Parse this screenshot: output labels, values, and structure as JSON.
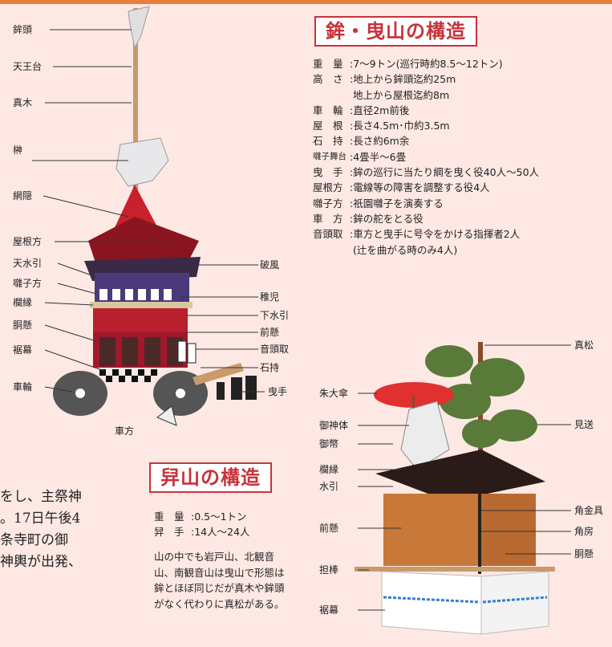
{
  "hoko": {
    "title": "鉾・曳山の構造",
    "labels_left": [
      "鉾頭",
      "天王台",
      "真木",
      "榊",
      "網隠",
      "屋根方",
      "天水引",
      "囃子方",
      "欄縁",
      "胴懸",
      "裾幕",
      "車輪"
    ],
    "labels_right": [
      "破風",
      "稚児",
      "下水引",
      "前懸",
      "音頭取",
      "石持",
      "曳手"
    ],
    "label_bottom": "車方",
    "specs": [
      {
        "key": "重　量",
        "val": ":7～9トン(巡行時約8.5～12トン)"
      },
      {
        "key": "高　さ",
        "val": ":地上から鉾頭迄約25m"
      },
      {
        "key": "",
        "val": "地上から屋根迄約8m"
      },
      {
        "key": "車　輪",
        "val": ":直径2m前後"
      },
      {
        "key": "屋　根",
        "val": ":長さ4.5m･巾約3.5m"
      },
      {
        "key": "石　持",
        "val": ":長さ約6m余"
      },
      {
        "key": "囃子舞台",
        "val": ":4畳半～6畳"
      },
      {
        "key": "曳　手",
        "val": ":鉾の巡行に当たり綱を曳く役40人～50人"
      },
      {
        "key": "屋根方",
        "val": ":電線等の障害を調整する役4人"
      },
      {
        "key": "囃子方",
        "val": ":祇園囃子を演奏する"
      },
      {
        "key": "車　方",
        "val": ":鉾の舵をとる役"
      },
      {
        "key": "音頭取",
        "val": ":車方と曳手に号令をかける指揮者2人"
      },
      {
        "key": "",
        "val": "(辻を曲がる時のみ4人)"
      }
    ]
  },
  "yama": {
    "title": "舁山の構造",
    "specs": [
      {
        "key": "重　量",
        "val": ":0.5～1トン"
      },
      {
        "key": "舁　手",
        "val": ":14人～24人"
      }
    ],
    "note": "山の中でも岩戸山、北観音山、南観音山は曳山で形態は鉾とほぼ同じだが真木や鉾頭がなく代わりに真松がある。",
    "labels_left": [
      "朱大傘",
      "御神体",
      "御幣",
      "欄縁",
      "水引",
      "前懸",
      "担棒",
      "裾幕"
    ],
    "labels_right": [
      "真松",
      "見送",
      "角金具",
      "角房",
      "胴懸"
    ]
  },
  "body_text": [
    "をし、主祭神",
    "。17日午後4",
    "条寺町の御",
    "神輿が出発、"
  ],
  "colors": {
    "accent": "#c8323a",
    "bg": "#fde8e4",
    "wood": "#6b3a24",
    "roof": "#b8202c"
  }
}
